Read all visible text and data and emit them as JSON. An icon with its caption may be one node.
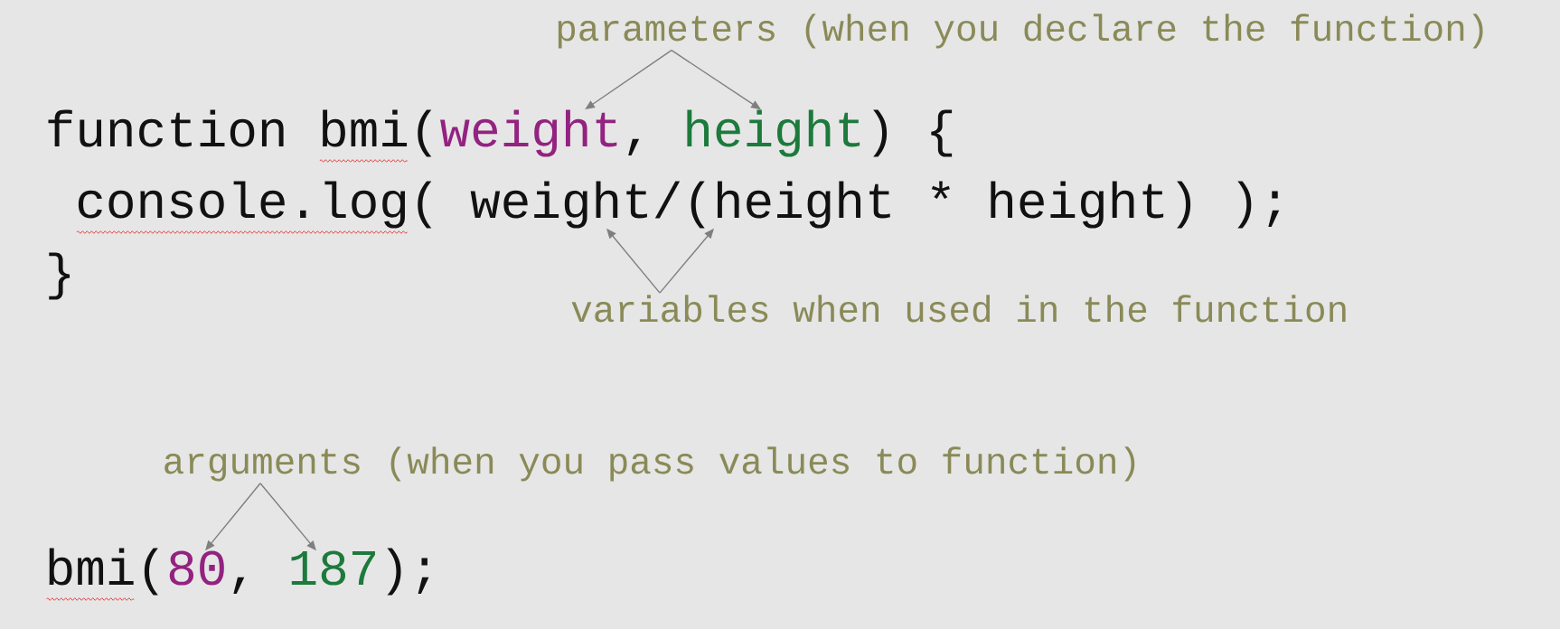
{
  "diagram": {
    "nodes": [
      {
        "text": [
          "parameters (when you declare the function)"
        ]
      },
      {
        "text": [
          "weight"
        ]
      },
      {
        "text": [
          "height"
        ]
      },
      {
        "text": [
          "weight"
        ]
      },
      {
        "text": [
          "height"
        ]
      },
      {
        "text": [
          "variables when used in the function"
        ]
      },
      {
        "text": [
          "arguments (when you pass values to function)"
        ]
      },
      {
        "text": [
          "80"
        ]
      },
      {
        "text": [
          "187"
        ]
      }
    ],
    "edges": [
      {
        "from": 0,
        "to": 1,
        "arrow": "to"
      },
      {
        "from": 0,
        "to": 2,
        "arrow": "to"
      },
      {
        "from": 5,
        "to": 3,
        "arrow": "to"
      },
      {
        "from": 5,
        "to": 4,
        "arrow": "to"
      },
      {
        "from": 6,
        "to": 7,
        "arrow": "to"
      },
      {
        "from": 6,
        "to": 8,
        "arrow": "to"
      }
    ],
    "labels": [
      "function bmi(",
      ",",
      ") {",
      "console.log(",
      "/(",
      "* height) );",
      "}",
      "bmi(",
      ",",
      ");"
    ]
  }
}
